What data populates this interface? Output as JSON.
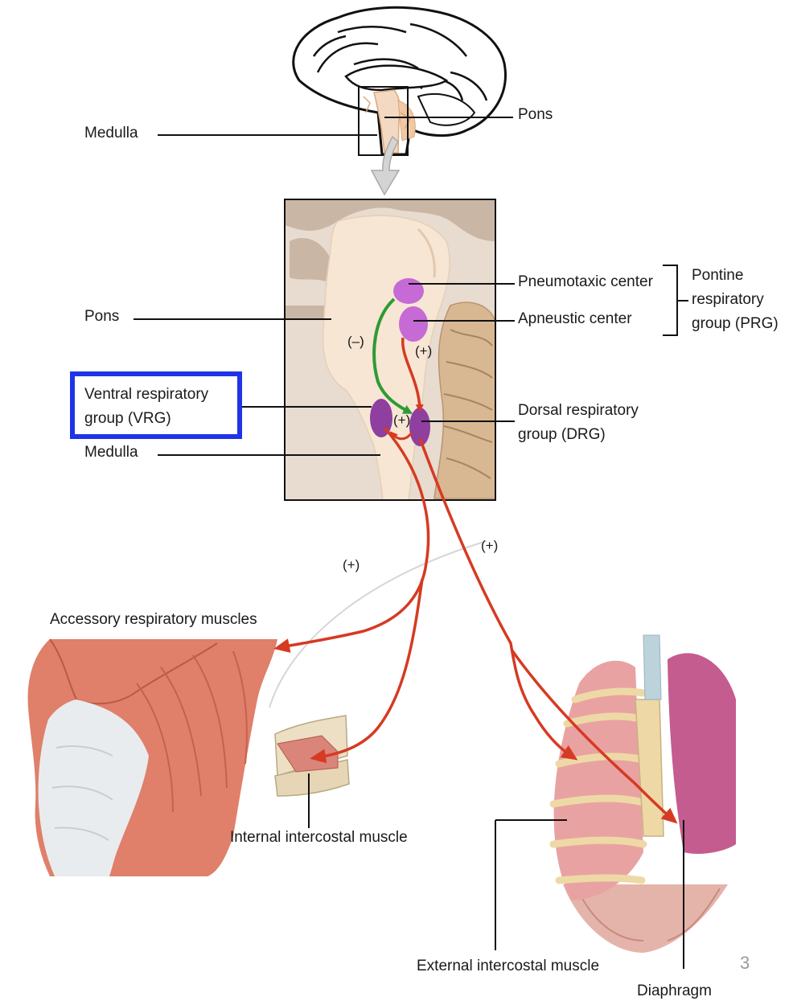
{
  "labels": {
    "medulla_top": "Medulla",
    "pons_top": "Pons",
    "pneumotaxic": "Pneumotaxic center",
    "apneustic": "Apneustic center",
    "prg_line1": "Pontine",
    "prg_line2": "respiratory",
    "prg_line3": "group (PRG)",
    "pons_mid": "Pons",
    "vrg_line1": "Ventral respiratory",
    "vrg_line2": "group (VRG)",
    "medulla_mid": "Medulla",
    "drg_line1": "Dorsal respiratory",
    "drg_line2": "group (DRG)",
    "minus_sign": "(–)",
    "plus_apneustic": "(+)",
    "plus_center": "(+)",
    "plus_left": "(+)",
    "plus_right": "(+)",
    "accessory": "Accessory respiratory muscles",
    "internal": "Internal intercostal muscle",
    "external": "External intercostal muscle",
    "diaphragm": "Diaphragm",
    "slide_number": "3"
  },
  "colors": {
    "excitatory_arrow": "#d63a22",
    "inhibitory_arrow": "#2f9a35",
    "highlight_box": "#1f34e8",
    "respiratory_center_light": "#c66ad6",
    "respiratory_center_dark": "#8e3fa0",
    "brainstem_tissue": "#f6e4d2",
    "muscle": "#e07f6a",
    "bone": "#eed9a6",
    "lung": "#c45c8f"
  },
  "icons": {
    "zoom_arrow": "downward-gray-arrow-icon"
  }
}
